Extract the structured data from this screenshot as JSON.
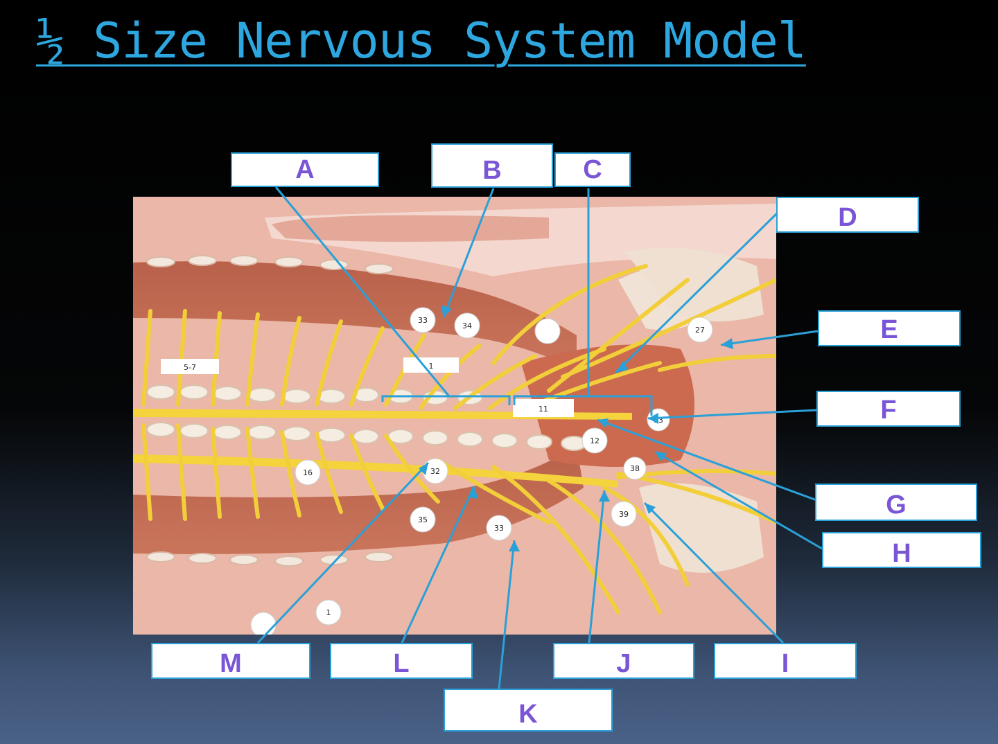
{
  "title": "½ Size Nervous System Model",
  "colors": {
    "title": "#2ea7e0",
    "leader": "#2aa0d8",
    "label_text": "#7a56d6",
    "nerve": "#f2d23a"
  },
  "labels": {
    "A": "A",
    "B": "B",
    "C": "C",
    "D": "D",
    "E": "E",
    "F": "F",
    "G": "G",
    "H": "H",
    "I": "I",
    "J": "J",
    "K": "K",
    "L": "L",
    "M": "M"
  },
  "photo_tags": {
    "t1": "5-7",
    "t2": "33",
    "t3": "34",
    "t4": "27",
    "t5": "1",
    "t6": "11",
    "t7": "13",
    "t8": "12",
    "t9": "38",
    "t10": "39",
    "t11": "16",
    "t12": "32",
    "t13": "35",
    "t14": "33",
    "t15": "1"
  }
}
